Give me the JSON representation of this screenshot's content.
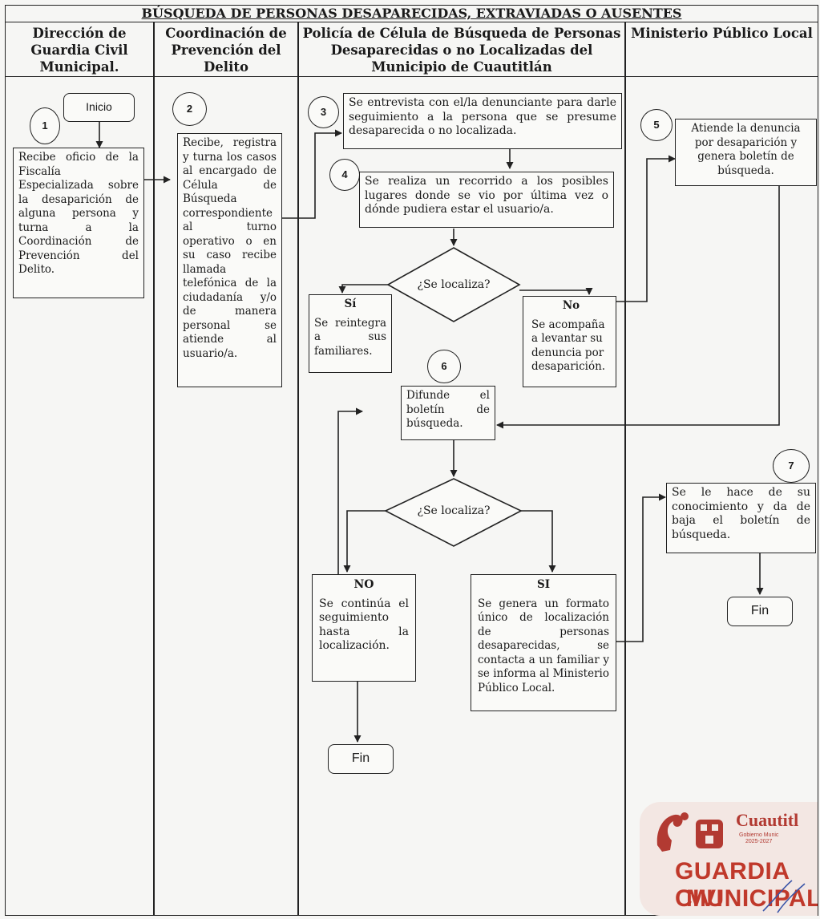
{
  "title": "BÚSQUEDA DE PERSONAS DESAPARECIDAS, EXTRAVIADAS O AUSENTES",
  "lanes": [
    {
      "label_lines": [
        "Dirección de",
        "Guardia Civil",
        "Municipal."
      ]
    },
    {
      "label_lines": [
        "Coordinación de",
        "Prevención del",
        "Delito"
      ]
    },
    {
      "label_lines": [
        "Policía de Célula de Búsqueda de Personas",
        "Desaparecidas o no Localizadas del",
        "Municipio de Cuautitlán"
      ]
    },
    {
      "label_lines": [
        "Ministerio Público Local"
      ]
    }
  ],
  "steps": {
    "start": "Inicio",
    "n1": "1",
    "n2": "2",
    "n3": "3",
    "n4": "4",
    "n5": "5",
    "n6": "6",
    "n7": "7",
    "s1": "Recibe oficio de la Fiscalía Especializada sobre la desaparición de alguna persona y turna a la Coordinación de Prevención del Delito.",
    "s2": "Recibe, registra y turna los casos al encargado de Célula de Búsqueda correspondiente al turno operativo o en su caso recibe llamada telefónica de la ciudadanía y/o de manera personal se atiende al usuario/a.",
    "s3": "Se entrevista con el/la denunciante para darle seguimiento a la persona que se presume desaparecida o no localizada.",
    "s4": "Se realiza un recorrido a los posibles lugares donde se vio por última vez o dónde pudiera estar el usuario/a.",
    "decision1": "¿Se localiza?",
    "yes1_title": "Sí",
    "yes1_text": "Se reintegra a sus familiares.",
    "no1_title": "No",
    "no1_text": "Se acompaña a levantar su denuncia por desaparición.",
    "s5": "Atiende la denuncia por desaparición y genera boletín de búsqueda.",
    "s6": "Difunde el boletín de búsqueda.",
    "decision2": "¿Se localiza?",
    "no2_title": "NO",
    "no2_text": "Se continúa el seguimiento hasta la localización.",
    "yes2_title": "SI",
    "yes2_text": "Se genera un formato único de localización de personas desaparecidas, se contacta a un familiar y se informa al Ministerio Público Local.",
    "s7": "Se le hace de su conocimiento y da de baja el boletín de búsqueda.",
    "end_left": "Fin",
    "end_right": "Fin"
  },
  "stamp": {
    "brand": "Cuautitl",
    "brand_sub_1": "Gobierno Munic",
    "brand_sub_2": "2025-2027",
    "line1": "GUARDIA CIVI",
    "line2": "MUNICIPAL"
  }
}
